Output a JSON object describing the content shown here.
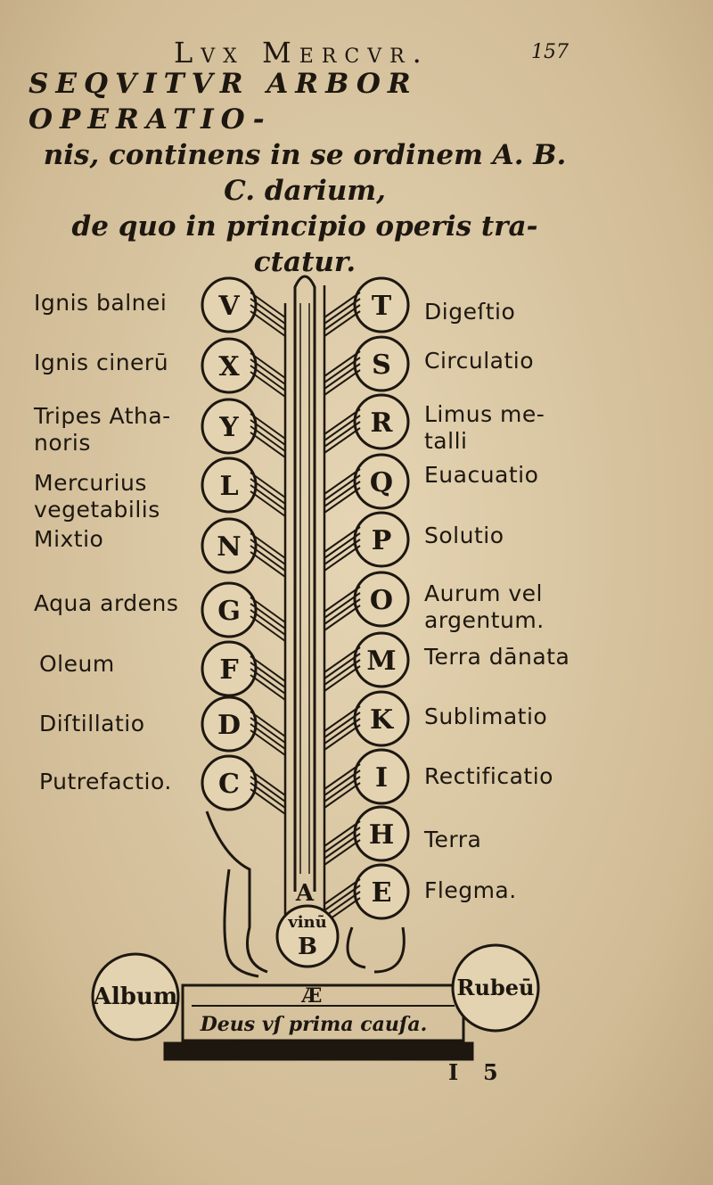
{
  "running_head": {
    "title": "Lvx Mercvr.",
    "page_number": "157"
  },
  "heading": {
    "line1": "SEQVITVR ARBOR OPERATIO-",
    "line2": "nis, continens in se ordinem A. B. C. darium,",
    "line3": "de quo in principio operis tra-",
    "line4": "ctatur."
  },
  "left_labels": [
    "Ignis balnei",
    "Ignis cinerū",
    "Tripes Atha-\nnoris",
    "Mercurius\nvegetabilis",
    "Mixtio",
    "Aqua ardens",
    "Oleum",
    "Diſtillatio",
    "Putrefactio."
  ],
  "left_circles": [
    "V",
    "X",
    "Y",
    "L",
    "N",
    "G",
    "F",
    "D",
    "C"
  ],
  "right_labels": [
    "Digeſtio",
    "Circulatio",
    "Limus me-\ntalli",
    "Euacuatio",
    "Solutio",
    "Aurum vel\nargentum.",
    "Terra dānata",
    "Sublimatio",
    "Rectificatio",
    "Terra",
    "Flegma."
  ],
  "right_circles": [
    "T",
    "S",
    "R",
    "Q",
    "P",
    "O",
    "M",
    "K",
    "I",
    "H",
    "E"
  ],
  "base": {
    "root_circle_top": "vinū",
    "root_circle_letter": "B",
    "trunk_letter": "A",
    "left_medallion": "Album",
    "right_medallion": "Rubeū",
    "pedestal_letter": "Æ",
    "motto": "Deus vſ prima cauſa."
  },
  "signature": [
    "I",
    "5"
  ]
}
